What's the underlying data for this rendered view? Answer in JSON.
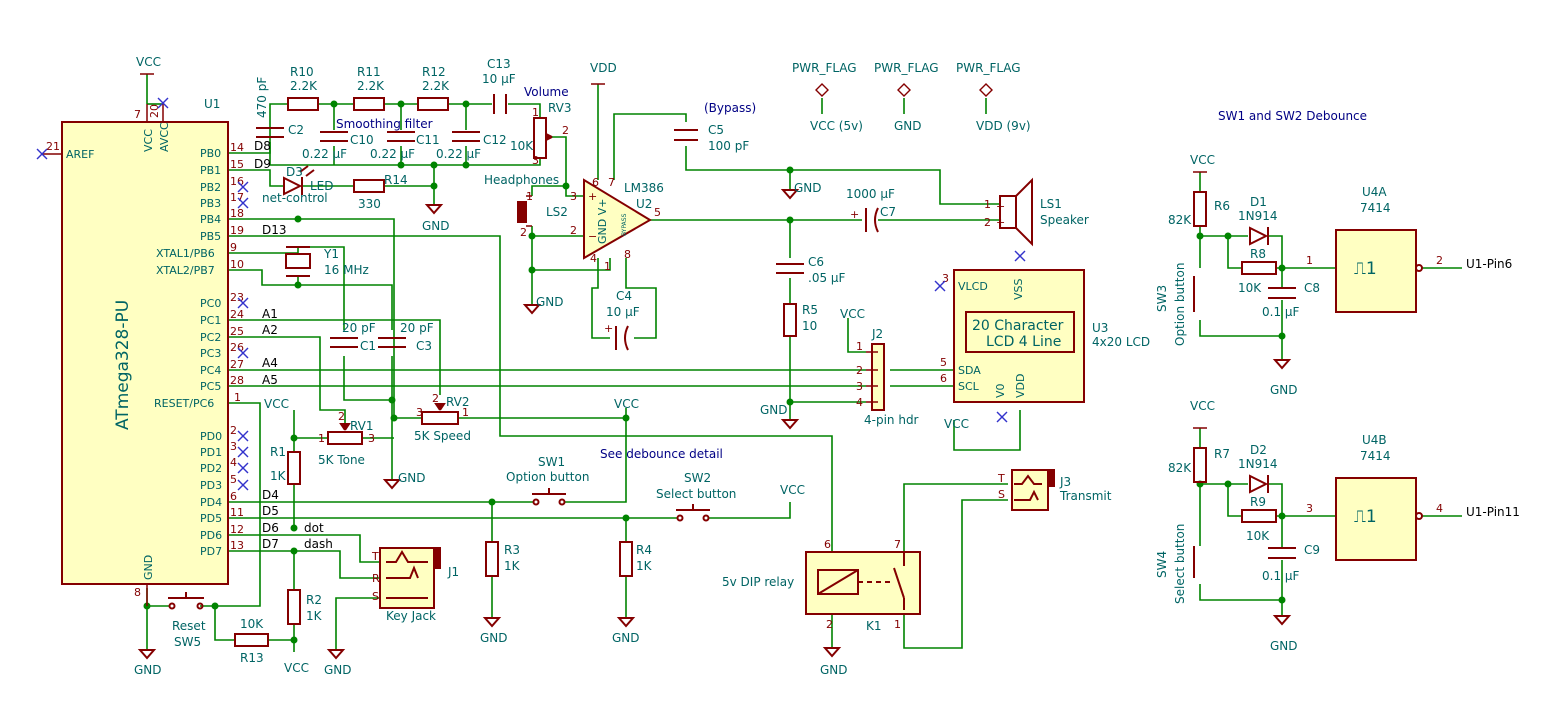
{
  "mcu": {
    "name": "ATmega328-PU",
    "ref": "U1",
    "vcc": "VCC",
    "gnd": "GND",
    "left_pins": [
      {
        "label": "AREF",
        "num": "21"
      }
    ],
    "top_pins": [
      {
        "label": "VCC",
        "num": "7"
      },
      {
        "label": "AVCC",
        "num": "20"
      }
    ],
    "right_pins": [
      {
        "label": "PB0",
        "num": "14"
      },
      {
        "label": "PB1",
        "num": "15"
      },
      {
        "label": "PB2",
        "num": "16"
      },
      {
        "label": "PB3",
        "num": "17"
      },
      {
        "label": "PB4",
        "num": "18"
      },
      {
        "label": "PB5",
        "num": "19"
      },
      {
        "label": "XTAL1/PB6",
        "num": "9"
      },
      {
        "label": "XTAL2/PB7",
        "num": "10"
      },
      {
        "label": "PC0",
        "num": "23"
      },
      {
        "label": "PC1",
        "num": "24"
      },
      {
        "label": "PC2",
        "num": "25"
      },
      {
        "label": "PC3",
        "num": "26"
      },
      {
        "label": "PC4",
        "num": "27"
      },
      {
        "label": "PC5",
        "num": "28"
      },
      {
        "label": "RESET/PC6",
        "num": "1"
      },
      {
        "label": "PD0",
        "num": "2"
      },
      {
        "label": "PD1",
        "num": "3"
      },
      {
        "label": "PD2",
        "num": "4"
      },
      {
        "label": "PD3",
        "num": "5"
      },
      {
        "label": "PD4",
        "num": "6"
      },
      {
        "label": "PD5",
        "num": "11"
      },
      {
        "label": "PD6",
        "num": "12"
      },
      {
        "label": "PD7",
        "num": "13"
      }
    ],
    "gnd_pin": "8"
  },
  "nets": {
    "d8": "D8",
    "d9": "D9",
    "d13": "D13",
    "a1": "A1",
    "a2": "A2",
    "a4": "A4",
    "a5": "A5",
    "d4": "D4",
    "d5": "D5",
    "d6": "D6",
    "d7": "D7",
    "dot": "dot",
    "dash": "dash",
    "u1_pin6": "U1-Pin6",
    "u1_pin11": "U1-Pin11"
  },
  "power": {
    "vcc": "VCC",
    "gnd": "GND",
    "vdd": "VDD",
    "vcc5": "VCC (5v)",
    "vdd9": "VDD (9v)",
    "pwr_flag": "PWR_FLAG"
  },
  "components": {
    "c2": {
      "ref": "C2",
      "val": "470 pF"
    },
    "r10": {
      "ref": "R10",
      "val": "2.2K"
    },
    "r11": {
      "ref": "R11",
      "val": "2.2K"
    },
    "r12": {
      "ref": "R12",
      "val": "2.2K"
    },
    "c13": {
      "ref": "C13",
      "val": "10 µF"
    },
    "c10": {
      "ref": "C10",
      "val": "0.22 µF"
    },
    "c11": {
      "ref": "C11",
      "val": "0.22 µF"
    },
    "c12": {
      "ref": "C12",
      "val": "0.22 µF"
    },
    "rv3": {
      "ref": "RV3",
      "val": "10K",
      "note": "Volume"
    },
    "d3": {
      "ref": "D3",
      "val": "LED",
      "note": "net-control"
    },
    "r14": {
      "ref": "R14",
      "val": "330"
    },
    "ls2": {
      "ref": "LS2",
      "val": "Headphones"
    },
    "u2": {
      "ref": "U2",
      "val": "LM386"
    },
    "c4": {
      "ref": "C4",
      "val": "10 µF"
    },
    "c5": {
      "ref": "C5",
      "val": "100 pF",
      "note": "(Bypass)"
    },
    "c7": {
      "ref": "C7",
      "val": "1000 µF"
    },
    "ls1": {
      "ref": "LS1",
      "val": "Speaker"
    },
    "c6": {
      "ref": "C6",
      "val": ".05 µF"
    },
    "r5": {
      "ref": "R5",
      "val": "10"
    },
    "y1": {
      "ref": "Y1",
      "val": "16 MHz"
    },
    "c1": {
      "ref": "C1",
      "val": "20 pF"
    },
    "c3": {
      "ref": "C3",
      "val": "20 pF"
    },
    "rv1": {
      "ref": "RV1",
      "val": "5K Tone"
    },
    "rv2": {
      "ref": "RV2",
      "val": "5K Speed"
    },
    "j2": {
      "ref": "J2",
      "val": "4-pin hdr"
    },
    "u3": {
      "ref": "U3",
      "val": "4x20 LCD",
      "line1": "20 Character",
      "line2": "LCD 4 Line",
      "vlcd": "VLCD",
      "vss": "VSS",
      "sda": "SDA",
      "scl": "SCL",
      "v0": "V0",
      "vdd": "VDD"
    },
    "r1": {
      "ref": "R1",
      "val": "1K"
    },
    "r2": {
      "ref": "R2",
      "val": "1K"
    },
    "r3": {
      "ref": "R3",
      "val": "1K"
    },
    "r4": {
      "ref": "R4",
      "val": "1K"
    },
    "sw1": {
      "ref": "SW1",
      "val": "Option button"
    },
    "sw2": {
      "ref": "SW2",
      "val": "Select button"
    },
    "sw5": {
      "ref": "SW5",
      "val": "Reset"
    },
    "r13": {
      "ref": "R13",
      "val": "10K"
    },
    "j1": {
      "ref": "J1",
      "val": "Key Jack"
    },
    "j3": {
      "ref": "J3",
      "val": "Transmit"
    },
    "k1": {
      "ref": "K1",
      "val": "5v DIP relay"
    },
    "debounce_note": "See debounce detail",
    "debounce_title": "SW1 and SW2 Debounce",
    "r6": {
      "ref": "R6",
      "val": "82K"
    },
    "r7": {
      "ref": "R7",
      "val": "82K"
    },
    "d1": {
      "ref": "D1",
      "val": "1N914"
    },
    "d2": {
      "ref": "D2",
      "val": "1N914"
    },
    "r8": {
      "ref": "R8",
      "val": "10K"
    },
    "r9": {
      "ref": "R9",
      "val": "10K"
    },
    "c8": {
      "ref": "C8",
      "val": "0.1 µF"
    },
    "c9": {
      "ref": "C9",
      "val": "0.1 µF"
    },
    "u4a": {
      "ref": "U4A",
      "val": "7414"
    },
    "u4b": {
      "ref": "U4B",
      "val": "7414"
    },
    "sw3": {
      "ref": "SW3",
      "val": "Option button"
    },
    "sw4": {
      "ref": "SW4",
      "val": "Select button"
    }
  },
  "pinnums": {
    "p1": "1",
    "p2": "2",
    "p3": "3",
    "p4": "4",
    "p5": "5",
    "p6": "6",
    "p7": "7",
    "p8": "8",
    "p21": "21"
  },
  "glyphs": {
    "schmitt": "⎍1",
    "trs_t": "T",
    "trs_r": "R",
    "trs_s": "S",
    "plus": "+",
    "minus": "−",
    "gndv": "GND V+",
    "bypass_lbl": "BYPASS"
  }
}
